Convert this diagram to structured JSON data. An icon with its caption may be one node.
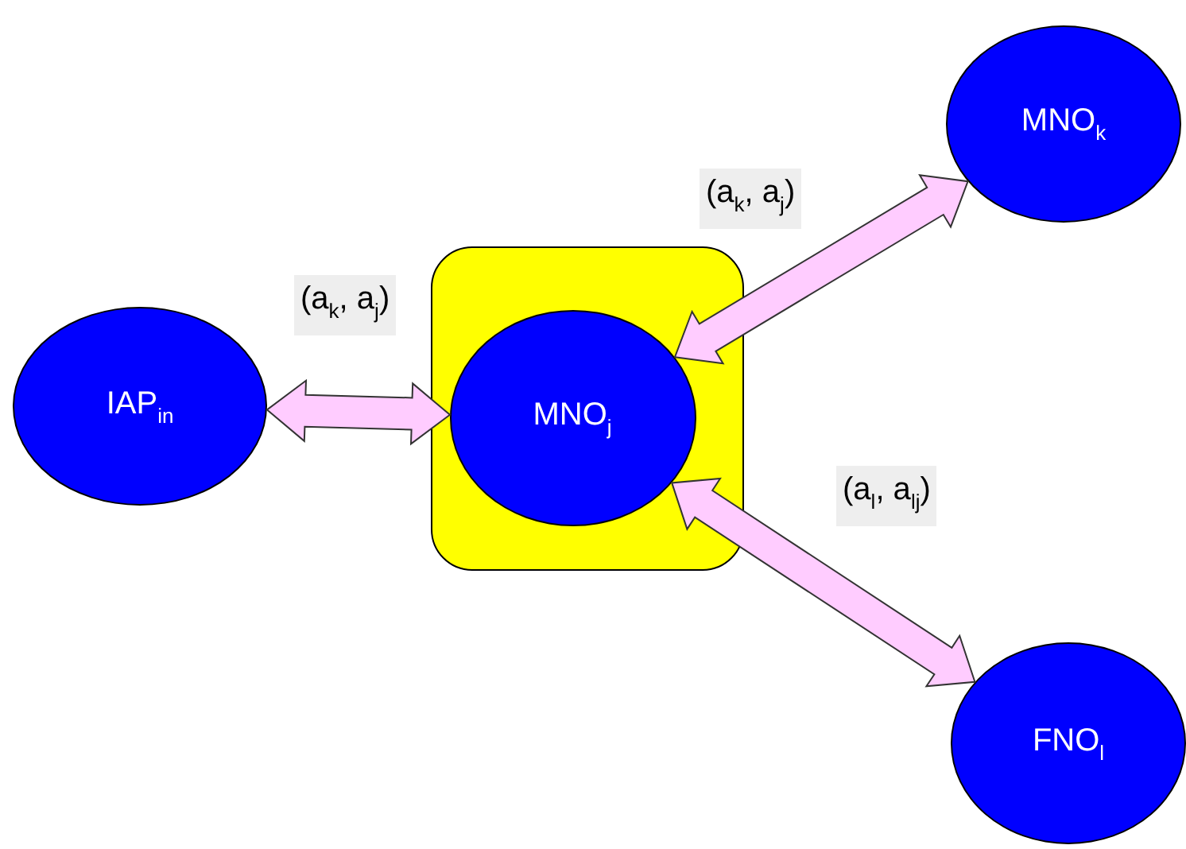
{
  "diagram": {
    "nodes": [
      {
        "text": [
          "IAP$_{in}$"
        ]
      },
      {
        "text": [],
        "shape": "box"
      },
      {
        "text": [
          "MNO$_{j}$"
        ],
        "in": 1
      },
      {
        "text": [
          "MNO$_{k}$"
        ]
      },
      {
        "text": [
          "FNO$_{l}$"
        ]
      }
    ],
    "edges": [
      {
        "from": 0,
        "to": 2,
        "arrow": "both",
        "label": "(a$_{k}$, a$_{j}$)"
      },
      {
        "from": 2,
        "to": 3,
        "arrow": "both",
        "label": "(a$_{k}$, a$_{j}$)"
      },
      {
        "from": 2,
        "to": 4,
        "arrow": "both",
        "label": "(a$_{l}$, a$_{lj}$)"
      }
    ]
  }
}
